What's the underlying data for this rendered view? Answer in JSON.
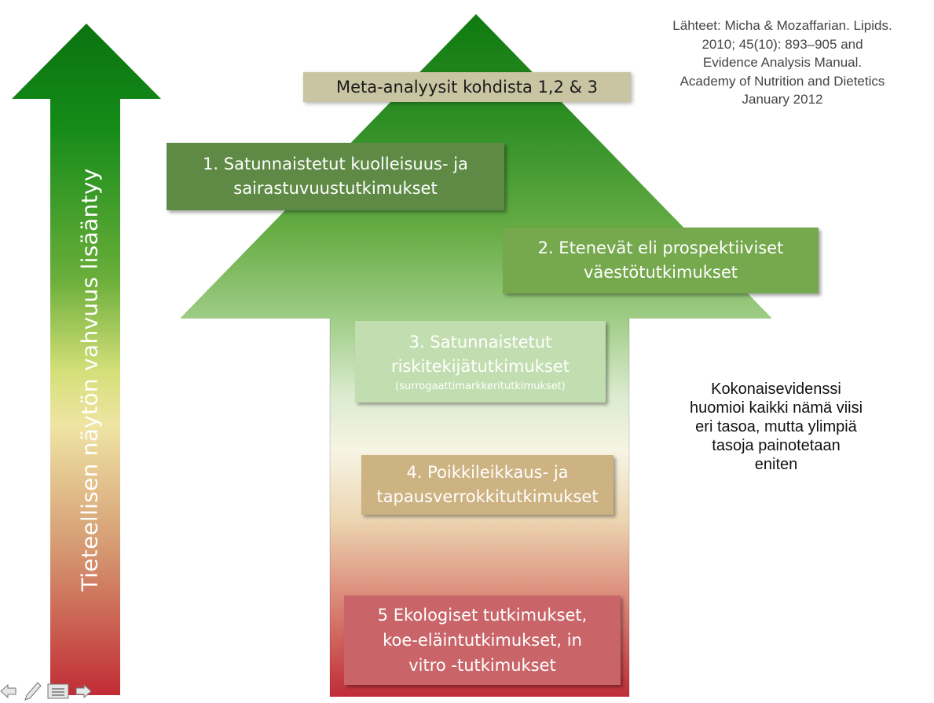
{
  "sources": {
    "lines": [
      "Lähteet: Micha & Mozaffarian. Lipids.",
      "2010; 45(10): 893–905 and",
      "Evidence Analysis Manual.",
      "Academy of Nutrition and Dietetics",
      "January 2012"
    ]
  },
  "vertical_label": "Tieteellisen näytön vahvuus lisääntyy",
  "boxes": {
    "meta": {
      "lines": [
        "Meta-analyysit kohdista 1,2 & 3"
      ]
    },
    "level1": {
      "lines": [
        "1. Satunnaistetut kuolleisuus- ja",
        "sairastuvuustutkimukset"
      ]
    },
    "level2": {
      "lines": [
        "2. Etenevät eli prospektiiviset",
        "väestötutkimukset"
      ]
    },
    "level3": {
      "lines": [
        "3. Satunnaistetut",
        "riskitekijätutkimukset"
      ],
      "subtext": "(surrogaattimarkkeritutkimukset)"
    },
    "level4": {
      "lines": [
        "4. Poikkileikkaus- ja",
        "tapausverrokkitutkimukset"
      ]
    },
    "level5": {
      "lines": [
        "5 Ekologiset tutkimukset,",
        "koe-eläintutkimukset, in",
        "vitro -tutkimukset"
      ]
    }
  },
  "summary": {
    "lines": [
      "Kokonaisevidenssi",
      "huomioi kaikki nämä viisi",
      "eri tasoa, mutta ylimpiä",
      "tasoja painotetaan",
      "eniten"
    ]
  },
  "colors": {
    "arrow_top_green": "#0f7a10",
    "arrow_mid_yellow": "#f2ecb4",
    "arrow_bottom_red": "#c0303a",
    "meta_box": "#c9c5a2"
  },
  "nav_icons": [
    "back-arrow-icon",
    "pen-icon",
    "menu-icon",
    "forward-arrow-icon"
  ]
}
